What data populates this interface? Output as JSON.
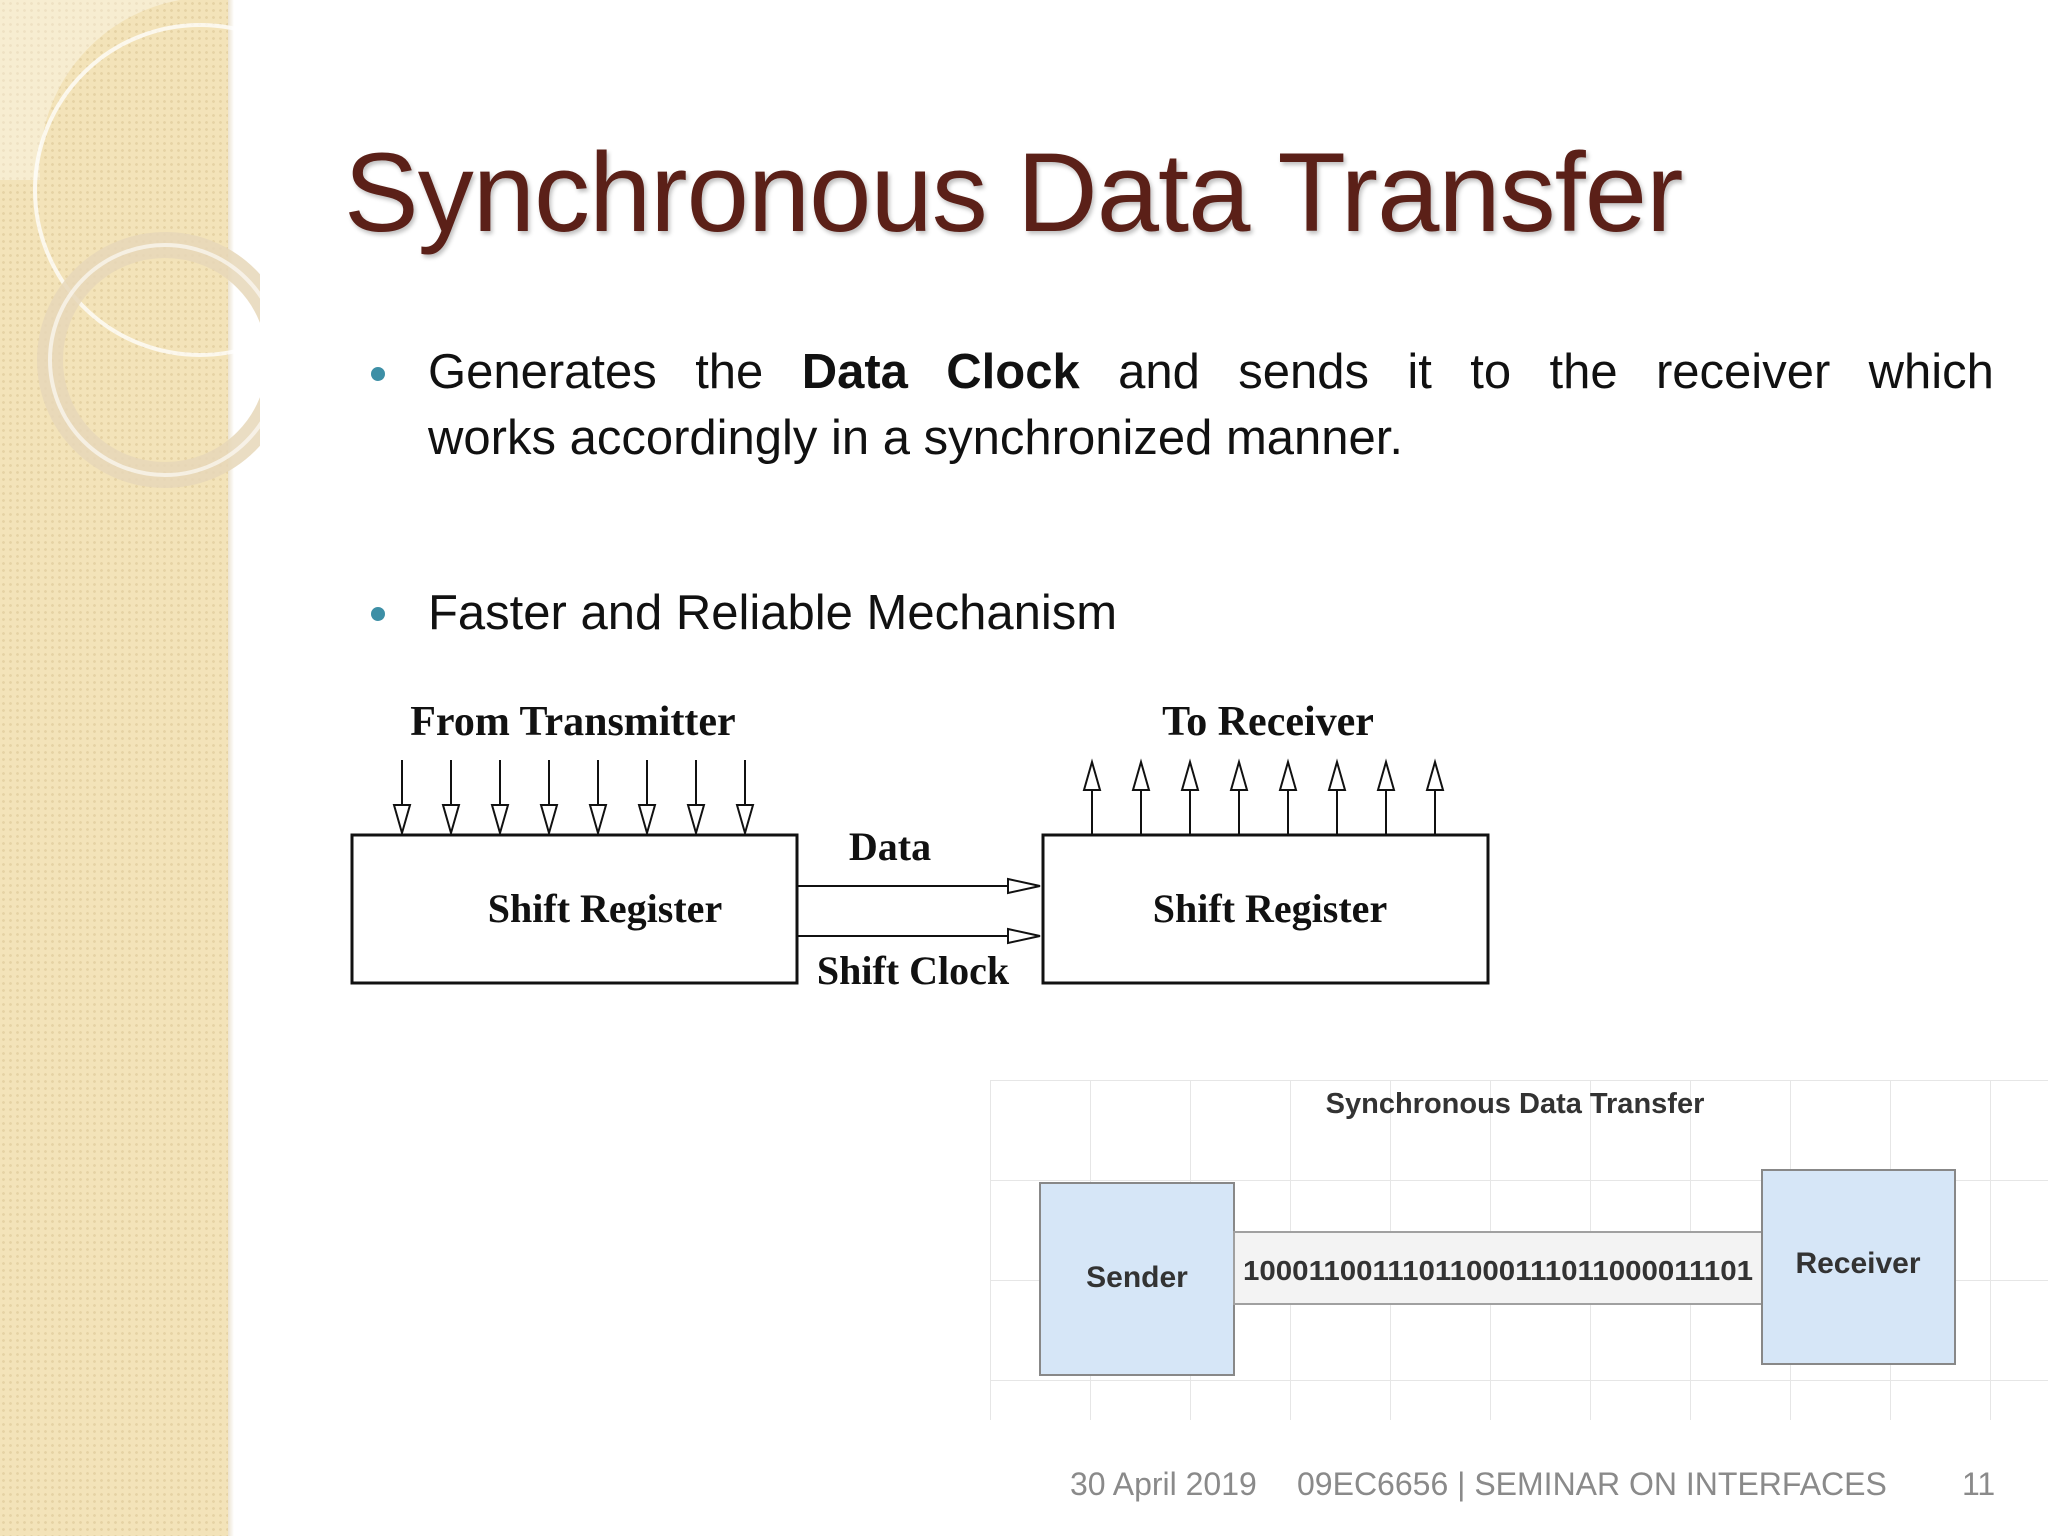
{
  "slide": {
    "title": "Synchronous Data Transfer",
    "bullets": [
      {
        "line1_parts": [
          "Generates",
          "the",
          "Data Clock",
          "and",
          "sends",
          "it",
          "to",
          "the",
          "receiver",
          "which"
        ],
        "bold_part": "Data Clock",
        "line2": "works accordingly in a synchronized manner."
      },
      {
        "text": "Faster and Reliable Mechanism"
      }
    ],
    "bullet_color": "#3d8fa6",
    "title_color": "#5b2018",
    "sidebar_color": "#f3e3b9"
  },
  "diagram_shift": {
    "transmitter_label": "From Transmitter",
    "receiver_label": "To Receiver",
    "left_box_label": "Shift Register",
    "right_box_label": "Shift Register",
    "data_label": "Data",
    "clock_label": "Shift Clock",
    "input_arrow_count": 8,
    "output_arrow_count": 8
  },
  "diagram_sync": {
    "title": "Synchronous Data Transfer",
    "sender_label": "Sender",
    "receiver_label": "Receiver",
    "bitstream": "10001100111011000111011000011101",
    "box_color": "#d6e6f7"
  },
  "footer": {
    "date": "30 April 2019",
    "course": "09EC6656 | SEMINAR ON INTERFACES",
    "page": "11"
  }
}
